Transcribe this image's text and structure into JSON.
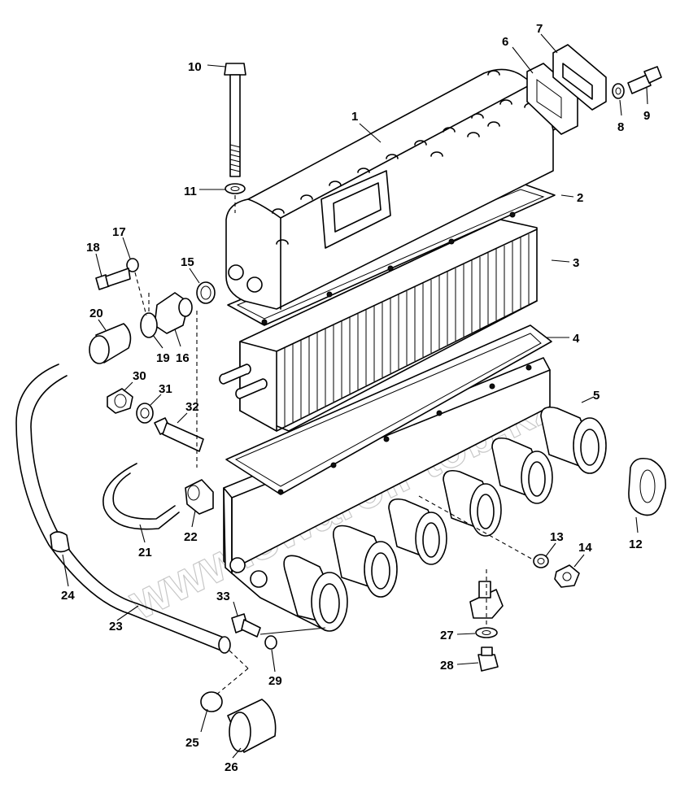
{
  "watermark": "www.swaroil-tob.kz",
  "callouts": [
    "1",
    "2",
    "3",
    "4",
    "5",
    "6",
    "7",
    "8",
    "9",
    "10",
    "11",
    "12",
    "13",
    "14",
    "15",
    "16",
    "17",
    "18",
    "19",
    "20",
    "21",
    "22",
    "23",
    "24",
    "25",
    "26",
    "27",
    "28",
    "29",
    "30",
    "31",
    "32",
    "33"
  ]
}
